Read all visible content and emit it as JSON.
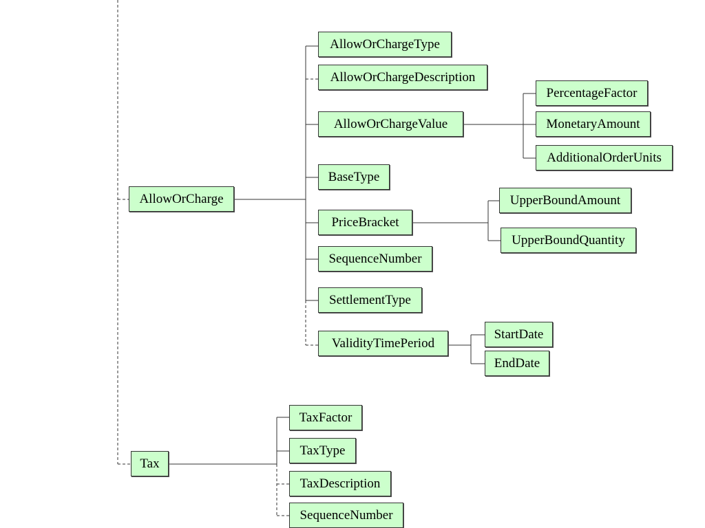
{
  "nodes": {
    "allow_or_charge": "AllowOrCharge",
    "allow_or_charge_type": "AllowOrChargeType",
    "allow_or_charge_description": "AllowOrChargeDescription",
    "allow_or_charge_value": "AllowOrChargeValue",
    "percentage_factor": "PercentageFactor",
    "monetary_amount": "MonetaryAmount",
    "additional_order_units": "AdditionalOrderUnits",
    "base_type": "BaseType",
    "price_bracket": "PriceBracket",
    "upper_bound_amount": "UpperBoundAmount",
    "upper_bound_quantity": "UpperBoundQuantity",
    "sequence_number": "SequenceNumber",
    "settlement_type": "SettlementType",
    "validity_time_period": "ValidityTimePeriod",
    "start_date": "StartDate",
    "end_date": "EndDate",
    "tax": "Tax",
    "tax_factor": "TaxFactor",
    "tax_type": "TaxType",
    "tax_description": "TaxDescription",
    "tax_sequence_number": "SequenceNumber"
  },
  "colors": {
    "node_fill": "#ccffcc",
    "node_border": "#333333",
    "connector": "#333333"
  }
}
